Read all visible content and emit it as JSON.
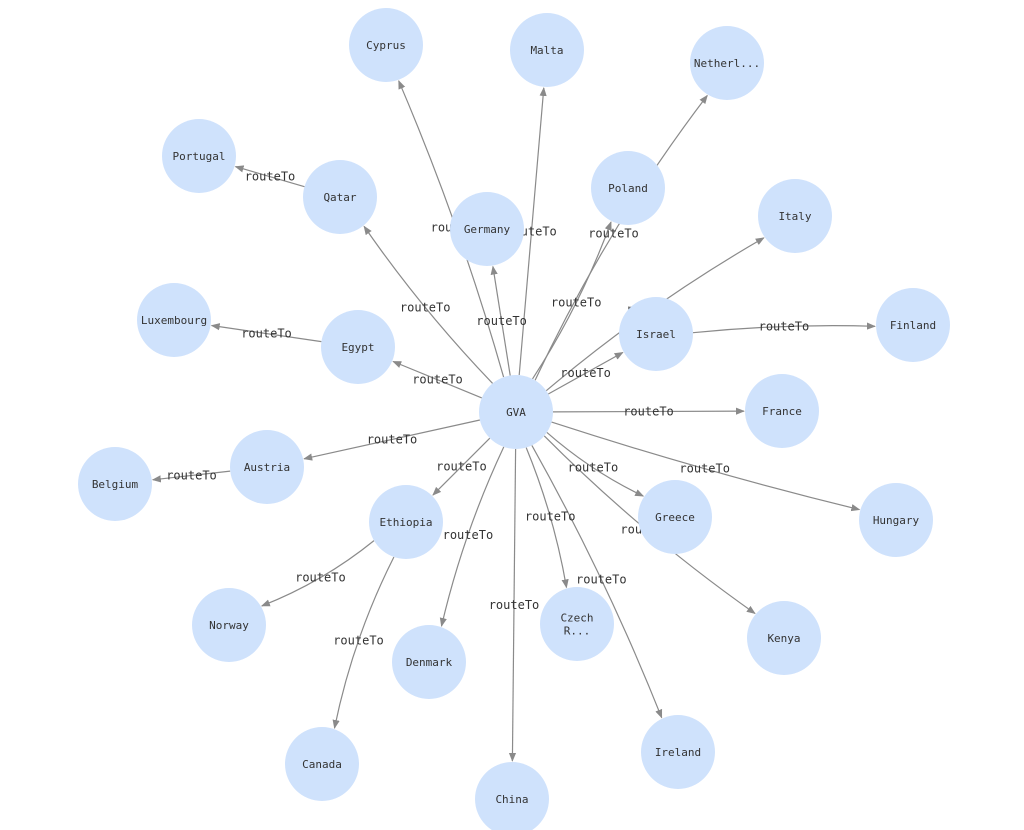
{
  "colors": {
    "node_fill": "#cfe2fc",
    "edge": "#8a8a8a",
    "text": "#333333",
    "background": "#ffffff"
  },
  "edge_label": "routeTo",
  "center_node": {
    "id": "gva",
    "label": "GVA"
  },
  "nodes": [
    {
      "id": "cyprus",
      "label": [
        "Cyprus"
      ]
    },
    {
      "id": "malta",
      "label": [
        "Malta"
      ]
    },
    {
      "id": "netherlands",
      "label": [
        "Netherl..."
      ]
    },
    {
      "id": "portugal",
      "label": [
        "Portugal"
      ]
    },
    {
      "id": "qatar",
      "label": [
        "Qatar"
      ]
    },
    {
      "id": "germany",
      "label": [
        "Germany"
      ]
    },
    {
      "id": "poland",
      "label": [
        "Poland"
      ]
    },
    {
      "id": "italy",
      "label": [
        "Italy"
      ]
    },
    {
      "id": "luxembourg",
      "label": [
        "Luxembourg"
      ]
    },
    {
      "id": "egypt",
      "label": [
        "Egypt"
      ]
    },
    {
      "id": "israel",
      "label": [
        "Israel"
      ]
    },
    {
      "id": "finland",
      "label": [
        "Finland"
      ]
    },
    {
      "id": "france",
      "label": [
        "France"
      ]
    },
    {
      "id": "austria",
      "label": [
        "Austria"
      ]
    },
    {
      "id": "belgium",
      "label": [
        "Belgium"
      ]
    },
    {
      "id": "ethiopia",
      "label": [
        "Ethiopia"
      ]
    },
    {
      "id": "greece",
      "label": [
        "Greece"
      ]
    },
    {
      "id": "hungary",
      "label": [
        "Hungary"
      ]
    },
    {
      "id": "norway",
      "label": [
        "Norway"
      ]
    },
    {
      "id": "czech-republic",
      "label": [
        "Czech",
        "R..."
      ]
    },
    {
      "id": "denmark",
      "label": [
        "Denmark"
      ]
    },
    {
      "id": "kenya",
      "label": [
        "Kenya"
      ]
    },
    {
      "id": "canada",
      "label": [
        "Canada"
      ]
    },
    {
      "id": "ireland",
      "label": [
        "Ireland"
      ]
    },
    {
      "id": "china",
      "label": [
        "China"
      ]
    }
  ],
  "edges": [
    {
      "from": "gva",
      "to": "cyprus"
    },
    {
      "from": "gva",
      "to": "malta"
    },
    {
      "from": "gva",
      "to": "netherlands"
    },
    {
      "from": "gva",
      "to": "qatar"
    },
    {
      "from": "qatar",
      "to": "portugal"
    },
    {
      "from": "gva",
      "to": "germany"
    },
    {
      "from": "gva",
      "to": "poland"
    },
    {
      "from": "gva",
      "to": "italy"
    },
    {
      "from": "gva",
      "to": "egypt"
    },
    {
      "from": "egypt",
      "to": "luxembourg"
    },
    {
      "from": "gva",
      "to": "israel"
    },
    {
      "from": "israel",
      "to": "finland"
    },
    {
      "from": "gva",
      "to": "france"
    },
    {
      "from": "gva",
      "to": "austria"
    },
    {
      "from": "austria",
      "to": "belgium"
    },
    {
      "from": "gva",
      "to": "ethiopia"
    },
    {
      "from": "gva",
      "to": "greece"
    },
    {
      "from": "gva",
      "to": "hungary"
    },
    {
      "from": "ethiopia",
      "to": "norway"
    },
    {
      "from": "ethiopia",
      "to": "canada"
    },
    {
      "from": "gva",
      "to": "czech-republic"
    },
    {
      "from": "gva",
      "to": "denmark"
    },
    {
      "from": "gva",
      "to": "kenya"
    },
    {
      "from": "gva",
      "to": "ireland"
    },
    {
      "from": "gva",
      "to": "china"
    }
  ]
}
